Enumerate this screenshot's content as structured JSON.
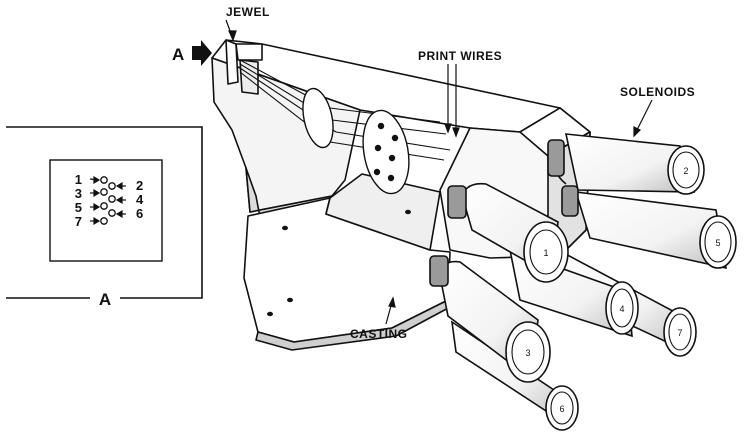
{
  "labels": {
    "jewel": "JEWEL",
    "print_wires": "PRINT WIRES",
    "solenoids": "SOLENOIDS",
    "casting": "CASTING",
    "view_arrow": "A",
    "inset_caption": "A"
  },
  "inset_numbers": {
    "left": [
      "1",
      "3",
      "5",
      "7"
    ],
    "right": [
      "2",
      "4",
      "6"
    ]
  },
  "solenoid_numbers": [
    "1",
    "2",
    "3",
    "4",
    "5",
    "6",
    "7"
  ],
  "colors": {
    "ink": "#111111",
    "paper": "#ffffff",
    "shade": "#d9d9d9"
  }
}
